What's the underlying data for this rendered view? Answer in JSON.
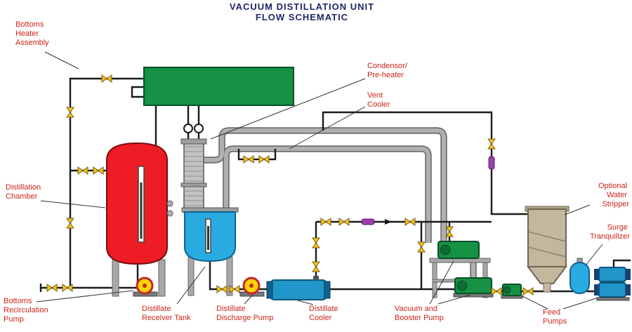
{
  "title": {
    "line1": "VACUUM DISTILLATION UNIT",
    "line2": "FLOW SCHEMATIC"
  },
  "labels": {
    "bottoms_heater_assembly": {
      "lines": [
        "Bottoms",
        "Heater",
        "Assembly"
      ]
    },
    "condensor_preheater": {
      "lines": [
        "Condensor/",
        "Pre-heater"
      ]
    },
    "vent_cooler": {
      "lines": [
        "Vent",
        "Cooler"
      ]
    },
    "distillation_chamber": {
      "lines": [
        "Distillation",
        "Chamber"
      ]
    },
    "optional_water_stripper": {
      "lines": [
        "Optional",
        "Water",
        "Stripper"
      ]
    },
    "surge_tranquilizer": {
      "lines": [
        "Surge",
        "Tranquilizer"
      ]
    },
    "bottoms_recirculation_pump": {
      "lines": [
        "Bottoms",
        "Recirculation",
        "Pump"
      ]
    },
    "distillate_receiver_tank": {
      "lines": [
        "Distillate",
        "Receiver Tank"
      ]
    },
    "distillate_discharge_pump": {
      "lines": [
        "Distillate",
        "Discharge Pump"
      ]
    },
    "distillate_cooler": {
      "lines": [
        "Distillate",
        "Cooler"
      ]
    },
    "vacuum_booster_pump": {
      "lines": [
        "Vacuum and",
        "Booster Pump"
      ]
    },
    "feed_pumps": {
      "lines": [
        "Feed",
        "Pumps"
      ]
    }
  },
  "colors": {
    "title_navy": "#1f2766",
    "label_red": "#cc2418",
    "pipe_gray": "#b0b0b0",
    "heater_green": "#169245",
    "vessel_red": "#ee1c25",
    "tank_blue": "#29abe2",
    "cooler_blue": "#2196c9",
    "stripper_tan": "#c3b89e",
    "pump_yellow": "#ffd400",
    "valve_yellow": "#f5c518",
    "inline_purple": "#9b3fae"
  }
}
